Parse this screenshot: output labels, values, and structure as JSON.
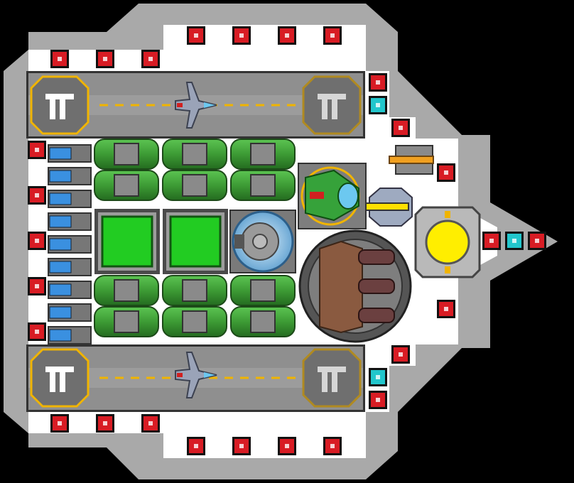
{
  "scene": {
    "type": "top-down spaceship blueprint",
    "hull_color": "#a9a9a9",
    "deck_color": "#ffffff",
    "runway_color": "#8c8c8c",
    "runway_stripe_color": "#f0b400"
  },
  "hangars": [
    {
      "id": "top",
      "pad_glyph": "ℾ"
    },
    {
      "id": "bottom",
      "pad_glyph": "ℾ"
    }
  ],
  "modules": {
    "red_nodes": "node-red-icon",
    "cyan_nodes": "node-cyan-icon",
    "fuel_tanks": "fuel-tank-icon",
    "cargo_bays": "cargo-bay-icon",
    "shield_generator": "shield-dome-icon",
    "reactor": "reactor-icon",
    "main_core": "yellow-core-icon",
    "turret_orange": "turret-icon",
    "turret_green": "turret-icon",
    "turret_yellow": "turret-icon",
    "fighter": "fighter-ship-icon"
  },
  "colors": {
    "node_red": "#d81c24",
    "node_cyan": "#22c6cc",
    "tank_green": "#3fa33a",
    "cargo_green": "#22cc22",
    "shield_blue": "#7fb8e0",
    "reactor_brown": "#8a5a40",
    "core_yellow": "#ffee00"
  }
}
